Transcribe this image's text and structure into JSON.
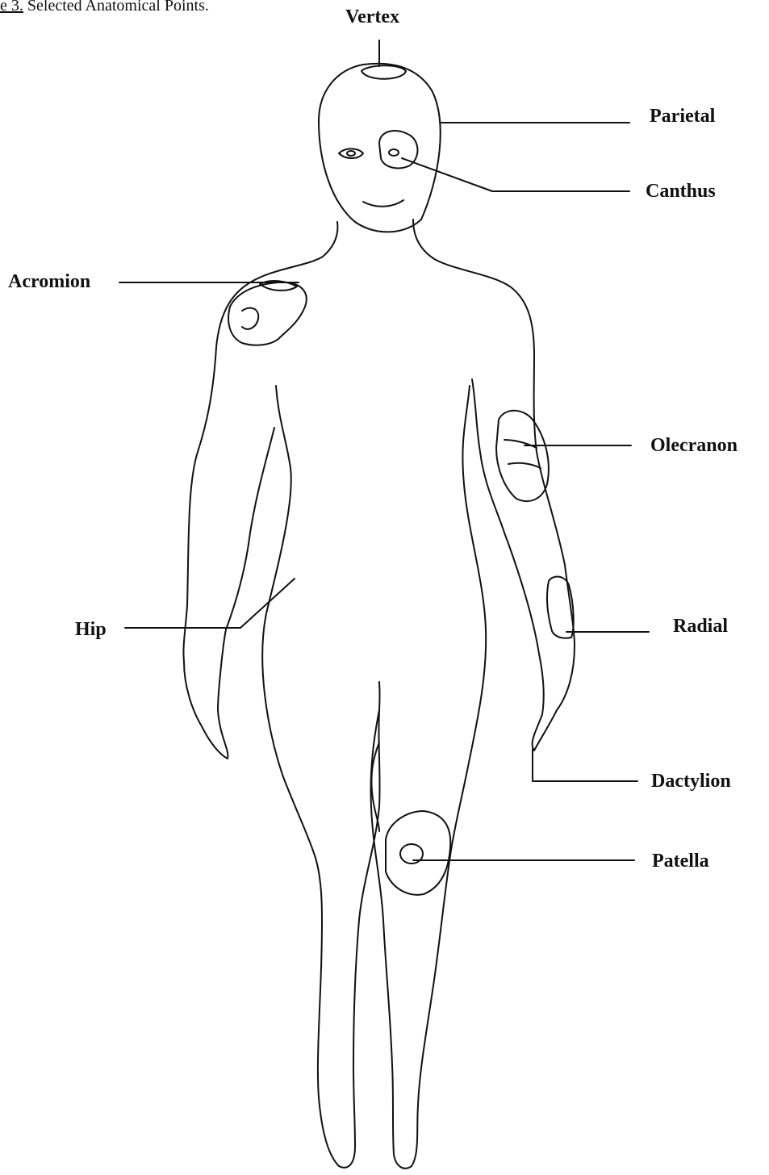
{
  "caption": {
    "figure_number": "e 3.",
    "title": "Selected Anatomical Points."
  },
  "labels": {
    "vertex": "Vertex",
    "parietal": "Parietal",
    "canthus": "Canthus",
    "acromion": "Acromion",
    "olecranon": "Olecranon",
    "hip": "Hip",
    "radial": "Radial",
    "dactylion": "Dactylion",
    "patella": "Patella"
  },
  "colors": {
    "ink": "#111111",
    "background": "#ffffff"
  }
}
